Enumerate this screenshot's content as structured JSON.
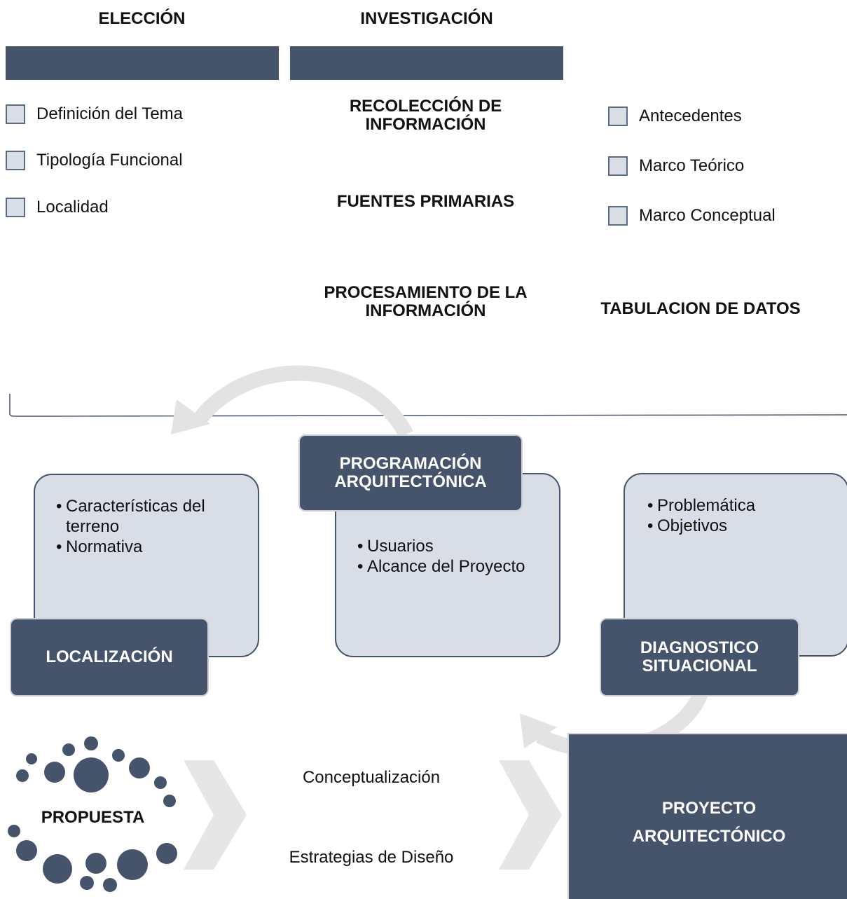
{
  "top": {
    "eleccion": "ELECCIÓN",
    "investigacion": "INVESTIGACIÓN"
  },
  "eleccion_items": [
    "Definición del Tema",
    "Tipología Funcional",
    "Localidad"
  ],
  "investigacion": {
    "recoleccion": "RECOLECCIÓN DE INFORMACIÓN",
    "fuentes": "FUENTES PRIMARIAS",
    "procesamiento": "PROCESAMIENTO DE LA INFORMACIÓN"
  },
  "right_items": [
    "Antecedentes",
    "Marco Teórico",
    "Marco Conceptual"
  ],
  "tabulacion": "TABULACION DE DATOS",
  "cycle": {
    "localizacion": {
      "title": "LOCALIZACIÓN",
      "bullets": [
        "Características del terreno",
        "Normativa"
      ]
    },
    "programacion": {
      "title": "PROGRAMACIÓN ARQUITECTÓNICA",
      "bullets": [
        "Usuarios",
        "Alcance del Proyecto"
      ]
    },
    "diagnostico": {
      "title": "DIAGNOSTICO SITUACIONAL",
      "bullets": [
        "Problemática",
        "Objetivos"
      ]
    }
  },
  "bottom": {
    "propuesta": "PROPUESTA",
    "conceptualizacion": "Conceptualización",
    "estrategias": "Estrategias de Diseño",
    "proyecto": "PROYECTO ARQUITECTÓNICO"
  },
  "colors": {
    "dark": "#46546b",
    "light": "#d8dde6",
    "arrow": "#e3e3e3"
  }
}
